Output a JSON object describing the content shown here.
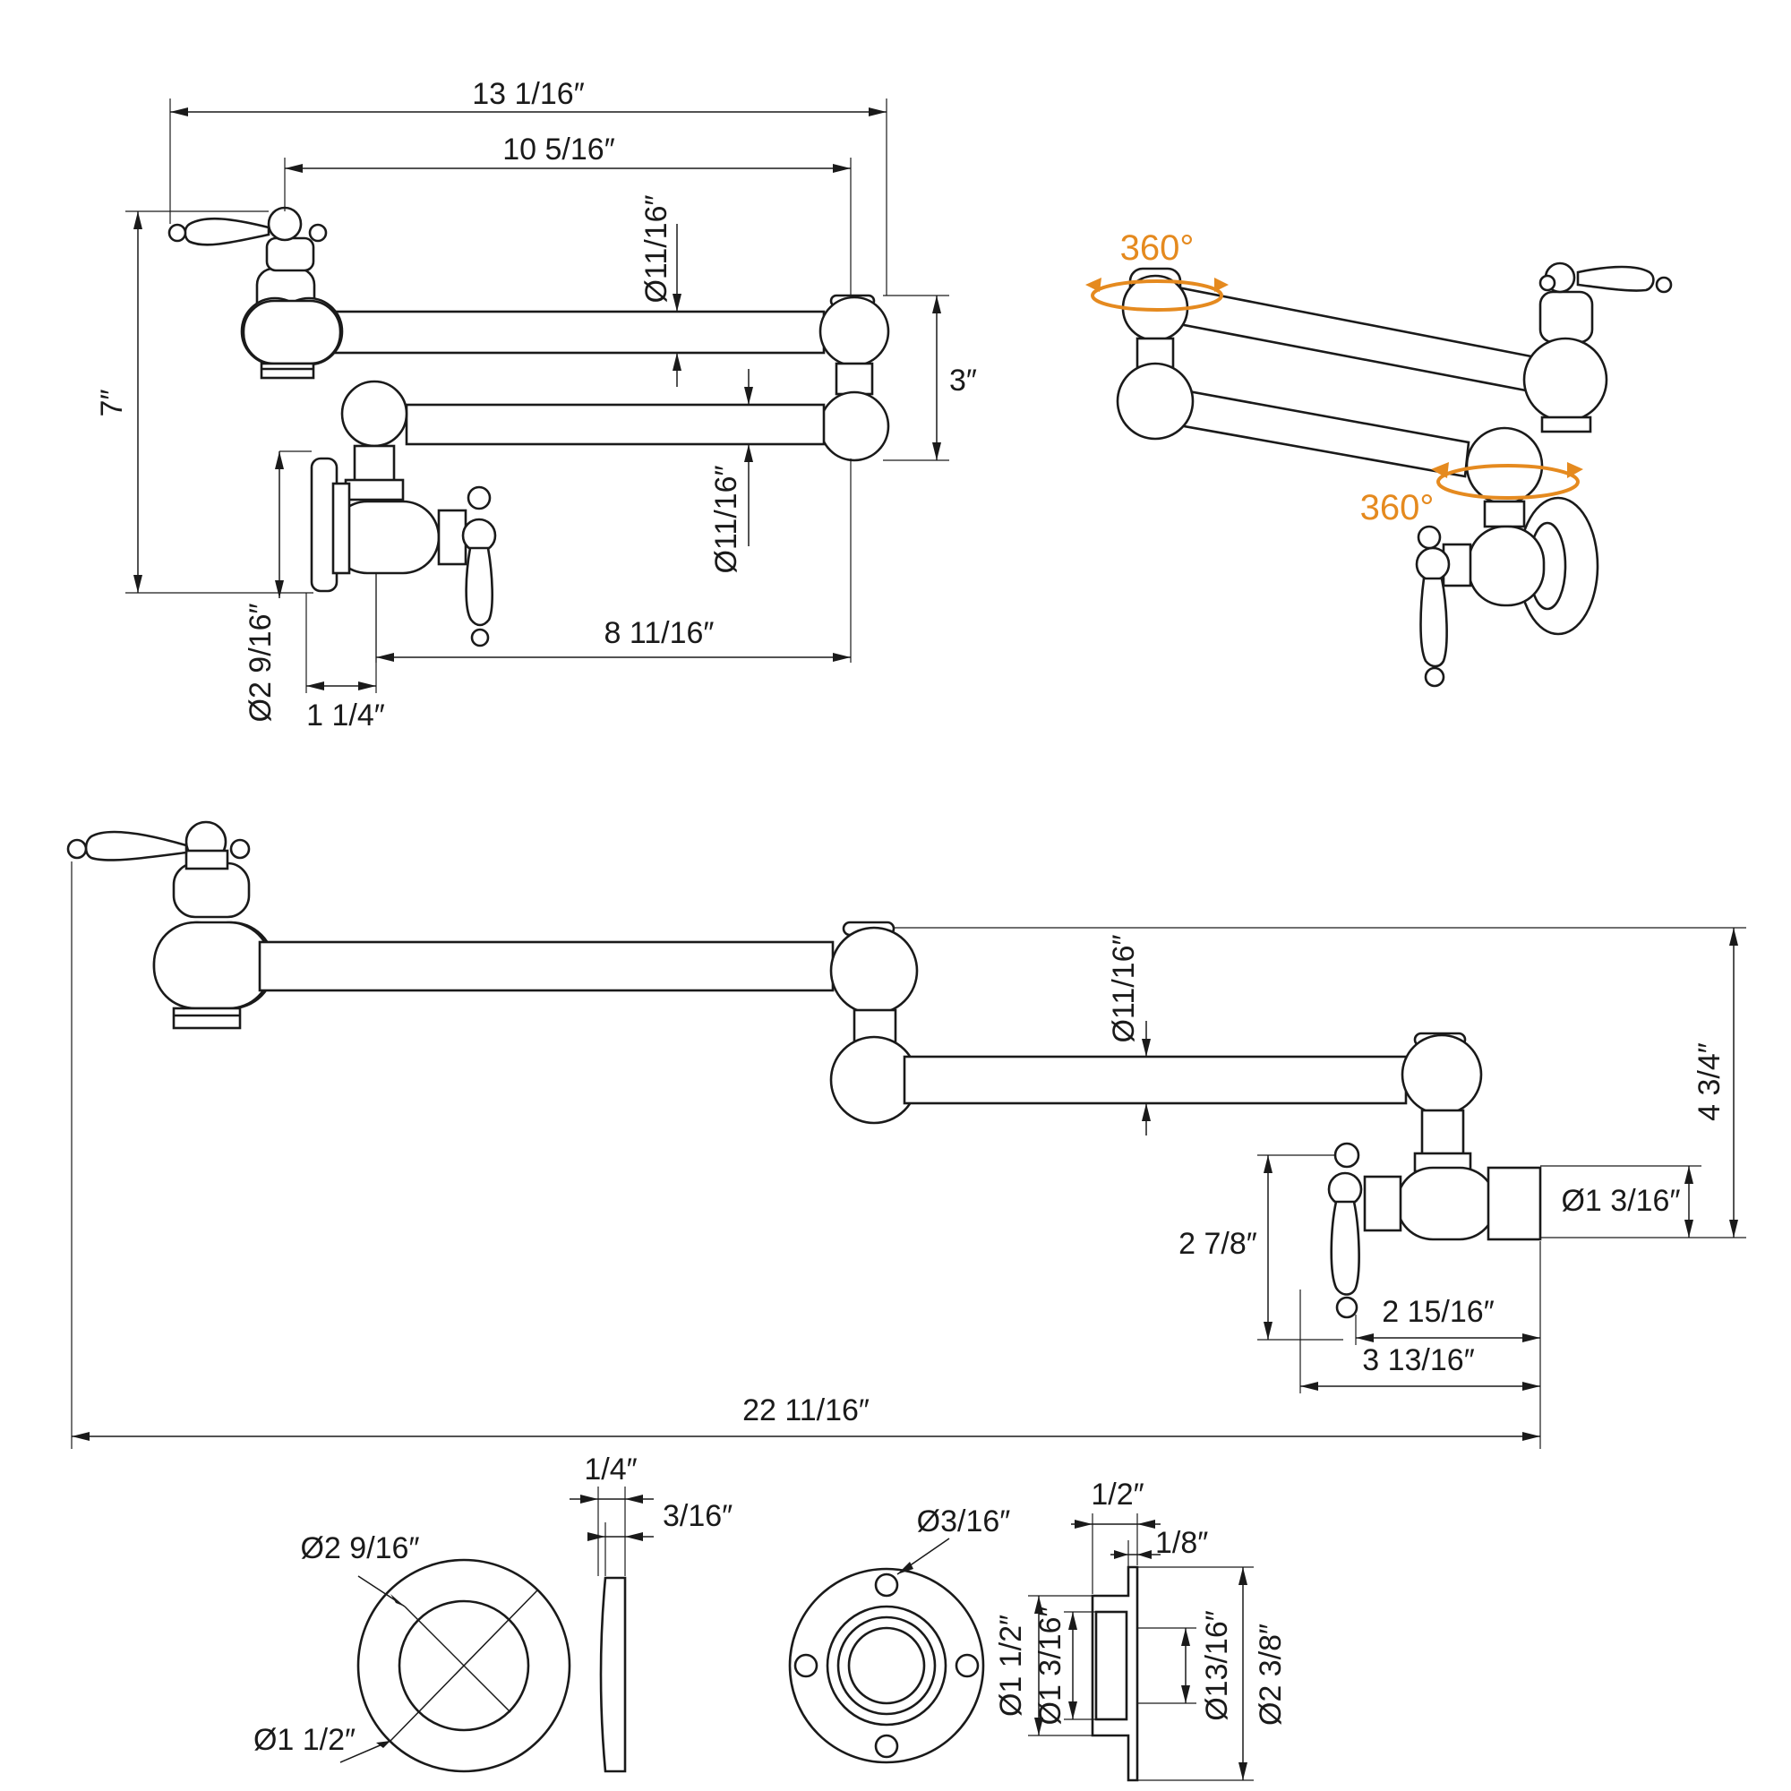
{
  "colors": {
    "line": "#1a1a1a",
    "accent": "#e58a1f",
    "background": "#ffffff"
  },
  "top_view": {
    "overall_width": "13 1/16″",
    "inner_width": "10 5/16″",
    "height": "7″",
    "arm_spacing": "3″",
    "upper_arm_dia": "Ø11/16″",
    "lower_arm_dia": "Ø11/16″",
    "reach_from_valve": "8 11/16″",
    "flange_dia": "Ø2 9/16″",
    "flange_offset": "1 1/4″"
  },
  "iso_view": {
    "upper_rotation": "360°",
    "lower_rotation": "360°"
  },
  "extended_view": {
    "total_length": "22 11/16″",
    "arm_dia": "Ø11/16″",
    "height": "4 3/4″",
    "inlet_dia": "Ø1 3/16″",
    "handle_height": "2 7/8″",
    "body_length": "2 15/16″",
    "valve_length": "3 13/16″"
  },
  "flange_view": {
    "outer_dia": "Ø2 9/16″",
    "inner_dia": "Ø1 1/2″",
    "thickness": "1/4″",
    "lip": "3/16″"
  },
  "mount_view": {
    "hole_dia": "Ø3/16″",
    "depth": "1/2″",
    "lip": "1/8″",
    "bore_dia": "Ø1 1/2″",
    "inner_bore_dia": "Ø1 3/16″",
    "outlet_dia": "Ø13/16″",
    "plate_dia": "Ø2 3/8″"
  }
}
